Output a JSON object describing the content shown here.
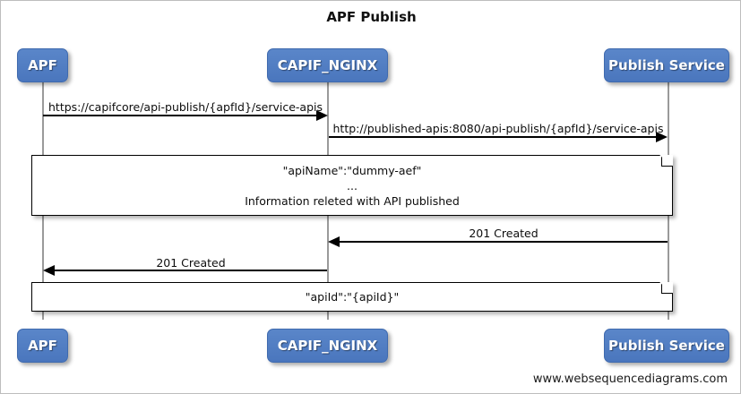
{
  "diagram": {
    "title": "APF Publish",
    "footer": "www.websequencediagrams.com",
    "accent_color": "#4a76bd",
    "line_color": "#000000",
    "lifeline_color": "#9a9a9a"
  },
  "participants": [
    {
      "id": "apf",
      "label": "APF"
    },
    {
      "id": "capif_nginx",
      "label": "CAPIF_NGINX"
    },
    {
      "id": "publish_service",
      "label": "Publish Service"
    }
  ],
  "messages": [
    {
      "id": "m1",
      "label": "https://capifcore/api-publish/{apfId}/service-apis",
      "from": "APF",
      "to": "CAPIF_NGINX",
      "direction": "right"
    },
    {
      "id": "m2",
      "label": "http://published-apis:8080/api-publish/{apfId}/service-apis",
      "from": "CAPIF_NGINX",
      "to": "Publish Service",
      "direction": "right"
    },
    {
      "id": "m3",
      "label": "201 Created",
      "from": "Publish Service",
      "to": "CAPIF_NGINX",
      "direction": "left"
    },
    {
      "id": "m4",
      "label": "201 Created",
      "from": "CAPIF_NGINX",
      "to": "APF",
      "direction": "left"
    }
  ],
  "notes": [
    {
      "id": "note1",
      "lines": [
        "\"apiName\":\"dummy-aef\"",
        "...",
        "Information releted with API published"
      ]
    },
    {
      "id": "note2",
      "lines": [
        "\"apiId\":\"{apiId}\""
      ]
    }
  ]
}
